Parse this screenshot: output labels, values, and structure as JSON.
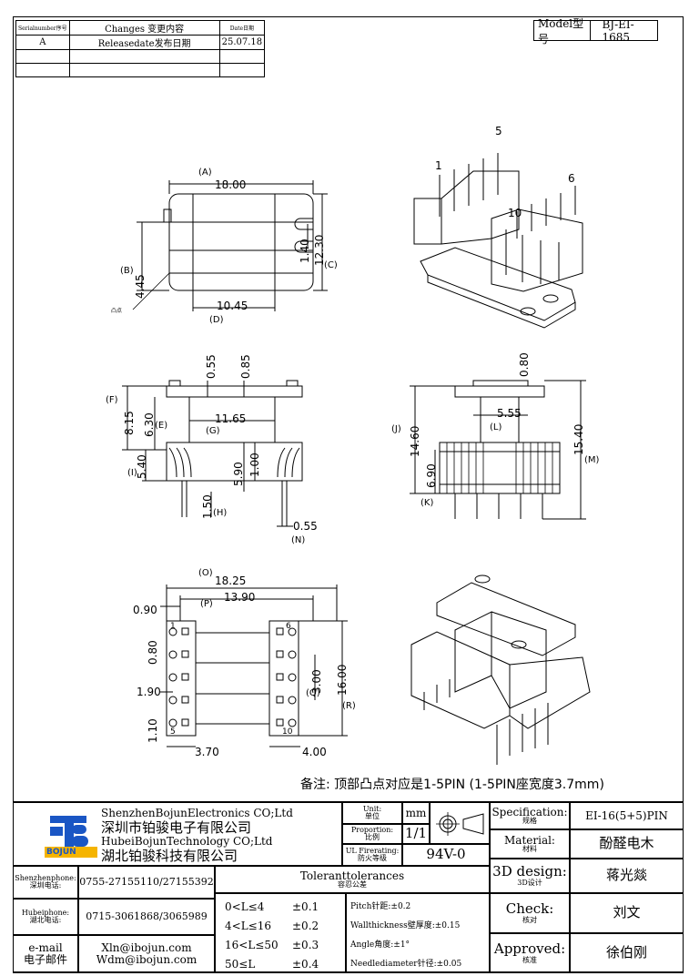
{
  "revision": {
    "headers": {
      "serial": "Serialnumber序号",
      "changes": "Changes  变更内容",
      "date": "Date日期"
    },
    "rows": [
      {
        "serial": "A",
        "changes": "Releasedate发布日期",
        "date": "25.07.18"
      }
    ]
  },
  "model": {
    "label": "Model型号",
    "value": "BJ-EI-1685"
  },
  "top_view": {
    "dims": {
      "A": "18.00",
      "B": "4.45",
      "C": "12.30",
      "D": "10.45",
      "pitch": "1.40"
    },
    "letters": {
      "A": "(A)",
      "B": "(B)",
      "C": "(C)",
      "D": "(D)"
    },
    "marker": "凸点"
  },
  "front_view": {
    "dims": {
      "d055": "0.55",
      "d085": "0.85",
      "d815": "8.15",
      "d630": "6.30",
      "d1165": "11.65",
      "d540": "5.40",
      "d590": "5.90",
      "d100": "1.00",
      "d150": "1.50",
      "d055b": "0.55"
    },
    "letters": {
      "F": "(F)",
      "E": "(E)",
      "G": "(G)",
      "I": "(I)",
      "H": "(H)",
      "N": "(N)"
    }
  },
  "side_view": {
    "dims": {
      "d080": "0.80",
      "d555": "5.55",
      "d1460": "14.60",
      "d1540": "15.40",
      "d690": "6.90"
    },
    "letters": {
      "J": "(J)",
      "L": "(L)",
      "M": "(M)",
      "K": "(K)"
    }
  },
  "bottom_view": {
    "dims": {
      "O": "18.25",
      "P": "13.90",
      "d090": "0.90",
      "d080": "0.80",
      "d190": "1.90",
      "d110": "1.10",
      "Q": "3.00",
      "R": "16.00",
      "d370": "3.70",
      "d400": "4.00"
    },
    "letters": {
      "O": "(O)",
      "P": "(P)",
      "Q": "(Q)",
      "R": "(R)"
    },
    "pins": {
      "p1": "1",
      "p5": "5",
      "p6": "6",
      "p10": "10"
    }
  },
  "iso_top": {
    "pins": {
      "p1": "1",
      "p5": "5",
      "p6": "6",
      "p10": "10"
    }
  },
  "note": "备注:  顶部凸点对应是1-5PIN (1-5PIN座宽度3.7mm)",
  "title_block": {
    "company_en1": "ShenzhenBojunElectronics CO;Ltd",
    "company_cn1": "深圳市铂骏电子有限公司",
    "company_en2": "HubeiBojunTechnology CO;Ltd",
    "company_cn2": "湖北铂骏科技有限公司",
    "logo_text": "BOJUN",
    "unit_label": "Unit:",
    "unit_cn": "单位",
    "unit_value": "mm",
    "proportion_label": "Proportion:",
    "proportion_cn": "比例",
    "proportion_value": "1/1",
    "fire_label": "UL Firerating:",
    "fire_cn": "防火等级",
    "fire_value": "94V-0",
    "spec_label": "Specification:",
    "spec_cn": "规格",
    "spec_value": "EI-16(5+5)PIN",
    "material_label": "Material:",
    "material_cn": "材料",
    "material_value": "酚醛电木",
    "design_label": "3D design:",
    "design_cn": "3D设计",
    "design_value": "蒋光燚",
    "check_label": "Check:",
    "check_cn": "核对",
    "check_value": "刘文",
    "approved_label": "Approved:",
    "approved_cn": "核准",
    "approved_value": "徐伯刚",
    "sz_phone_label": "Shenzhenphone:",
    "sz_phone_cn": "深圳电话:",
    "sz_phone": "0755-27155110/27155392",
    "hb_phone_label": "Hubeiphone:",
    "hb_phone_cn": "湖北电话:",
    "hb_phone": "0715-3061868/3065989",
    "email_label": "e-mail",
    "email_cn": "电子邮件",
    "email1": "Xln@ibojun.com",
    "email2": "Wdm@ibojun.com",
    "tol_title": "Toleranttolerances",
    "tol_cn": "容忍公差",
    "tol_rows": [
      {
        "range": "0<L≤4",
        "tol": "±0.1"
      },
      {
        "range": "4<L≤16",
        "tol": "±0.2"
      },
      {
        "range": "16<L≤50",
        "tol": "±0.3"
      },
      {
        "range": "50≤L",
        "tol": "±0.4"
      }
    ],
    "pitch_tol": "Pitch针距:±0.2",
    "wall_tol": "Wallthickness壁厚度:±0.15",
    "angle_tol": "Angle角度:±1°",
    "needle_tol": "Needlediameter针径:±0.05"
  }
}
